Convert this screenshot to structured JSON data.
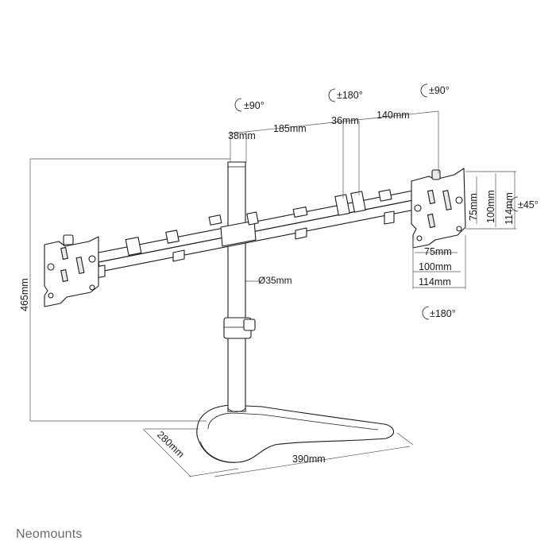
{
  "diagram": {
    "rotations": {
      "left_tilt": "±90°",
      "center_swivel": "±180°",
      "right_tilt": "±90°",
      "bottom_swivel": "±180°",
      "rotate": "±45°"
    },
    "arm_dimensions": {
      "pole_offset": "38mm",
      "inner_arm": "185mm",
      "joint": "36mm",
      "outer_arm": "140mm"
    },
    "pole_diameter": "Ø35mm",
    "height": "465mm",
    "base_depth": "280mm",
    "base_width": "390mm",
    "vesa_horizontal": [
      "75mm",
      "100mm",
      "114mm"
    ],
    "vesa_vertical": [
      "75mm",
      "100mm",
      "114mm"
    ]
  },
  "footer": {
    "brand": "Neomounts"
  }
}
